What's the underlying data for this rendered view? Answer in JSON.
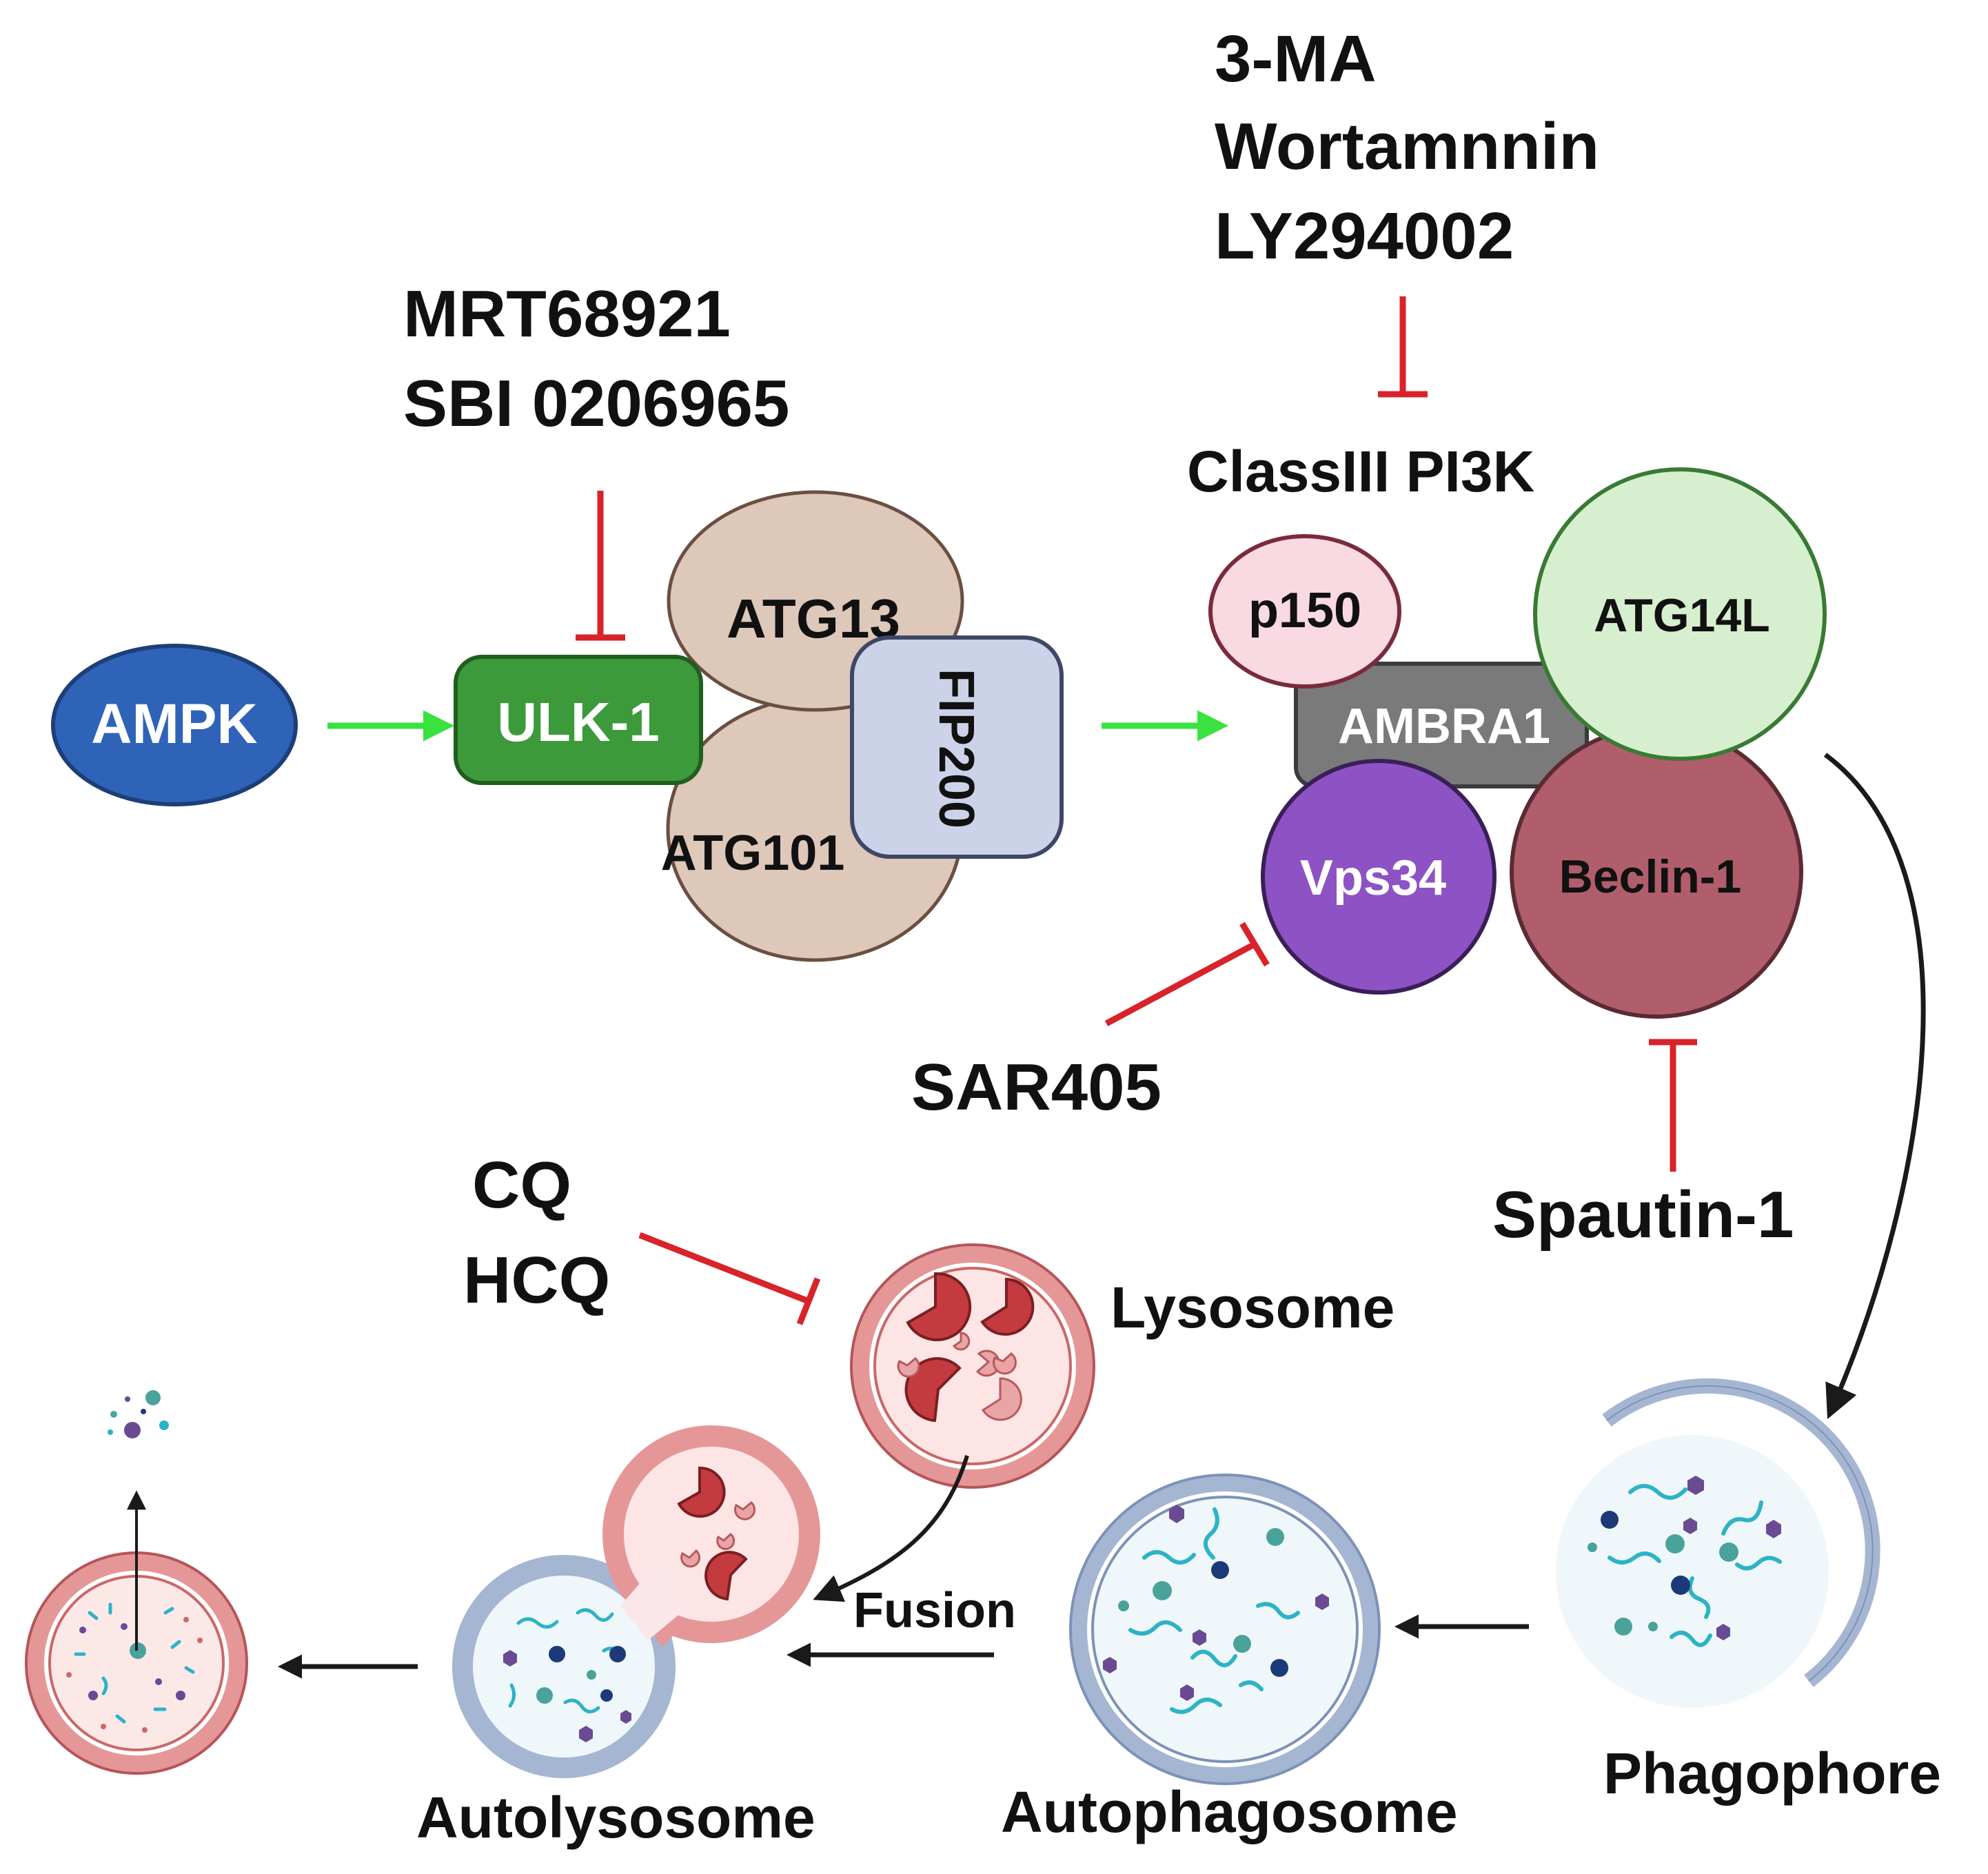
{
  "colors": {
    "activation_arrow": "#39e23e",
    "inhibition": "#d8232a",
    "flow_arrow": "#1a1a1a",
    "ampk": "#2e63b8",
    "ulk1": "#3c9a3a",
    "atg13": "#ddc8b9",
    "atg101": "#ddc8b9",
    "fip200": "#ccd3e8",
    "p150": "#f9d9e2",
    "ambra1": "#7a7a7a",
    "atg14l": "#d6f0cf",
    "vps34": "#8d52c4",
    "beclin1": "#b05e6b",
    "lysosome_membrane": "#e59797",
    "autophagosome_membrane": "#a5b6d3"
  },
  "ulk_complex": {
    "ampk": "AMPK",
    "ulk1": "ULK-1",
    "atg13": "ATG13",
    "atg101": "ATG101",
    "fip200": "FIP200"
  },
  "pi3k_complex": {
    "title": "ClassIII PI3K",
    "p150": "p150",
    "ambra1": "AMBRA1",
    "atg14l": "ATG14L",
    "vps34": "Vps34",
    "beclin1": "Beclin-1"
  },
  "inhibitors": {
    "ulk": [
      "MRT68921",
      "SBI 0206965"
    ],
    "pi3k": [
      "3-MA",
      "Wortamnnin",
      "LY294002"
    ],
    "vps34": "SAR405",
    "beclin": "Spautin-1",
    "lysosome": [
      "CQ",
      "HCQ"
    ]
  },
  "stages": {
    "lysosome": "Lysosome",
    "phagophore": "Phagophore",
    "autophagosome": "Autophagosome",
    "autolysosome": "Autolysosome",
    "fusion": "Fusion"
  }
}
